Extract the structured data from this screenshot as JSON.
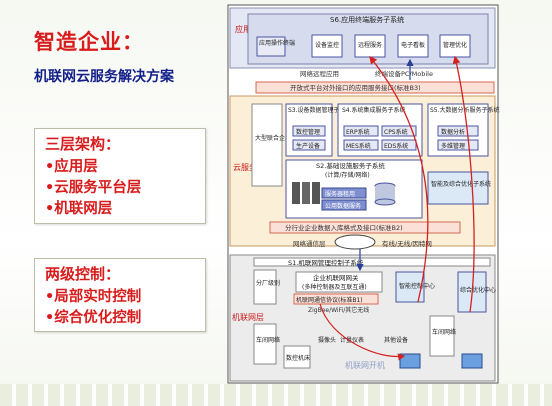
{
  "title": "智造企业：",
  "subtitle": "机联网云服务解决方案",
  "left_box1": {
    "heading": "三层架构：",
    "items": [
      "•应用层",
      "•云服务平台层",
      "•机联网层"
    ]
  },
  "left_box2": {
    "heading": "两级控制：",
    "items": [
      "•局部实时控制",
      "•综合优化控制"
    ]
  },
  "diagram": {
    "layers": {
      "app": "应用层",
      "cloud": "云服务平台层",
      "net": "机联网层"
    },
    "s6": "S6.应用终端服务子系统",
    "app_items": [
      "应用操作终端",
      "设备监控",
      "远程服务",
      "电子看板",
      "管理优化"
    ],
    "remote_app": "网络远程应用",
    "terminal": "终端设备PC/Mobile",
    "open_api": "开放式平台对外接口的应用服务接口(标准B3)",
    "vendor": "大型联合企业开放式云服务",
    "s3": "S3.设备数据管理子系统",
    "s3_items": [
      "数控管理",
      "生产设备"
    ],
    "s4": "S4.系统集成服务子系统",
    "s4_items": [
      "ERP系统",
      "CPS系统",
      "MES系统",
      "EDS系统"
    ],
    "s5": "S5.大数据分析服务子系统",
    "s5_items": [
      "数据分析",
      "多维管理"
    ],
    "s2": "S2.基础设施服务子系统",
    "s2_sub": "(计算/存储/网络)",
    "server_apps": [
      "服务器租用",
      "公用数据服务"
    ],
    "edge": "智能及综合优化子系统",
    "data_api": "分行业企业数据入库格式及接口(标准B2)",
    "comm": "网络通信层",
    "wired": "有线/无线/因特网",
    "s1": "S1.机联网管理控制子系统",
    "gateway": "企业机联网网关",
    "gateway_sub": "(多种控制器及互联互通)",
    "protocol": "机联网通信协议(标准B1)",
    "zigbee": "ZigBee/WiFi/其它无线",
    "shop": "车间网络",
    "division": "分厂级别",
    "local_ctrl": "智能控制中心",
    "global_ctrl": "综合优化中心",
    "equip": [
      "数控机床",
      "摄像头",
      "计量仪表",
      "其他设备"
    ],
    "watermark": "机联网开机"
  }
}
